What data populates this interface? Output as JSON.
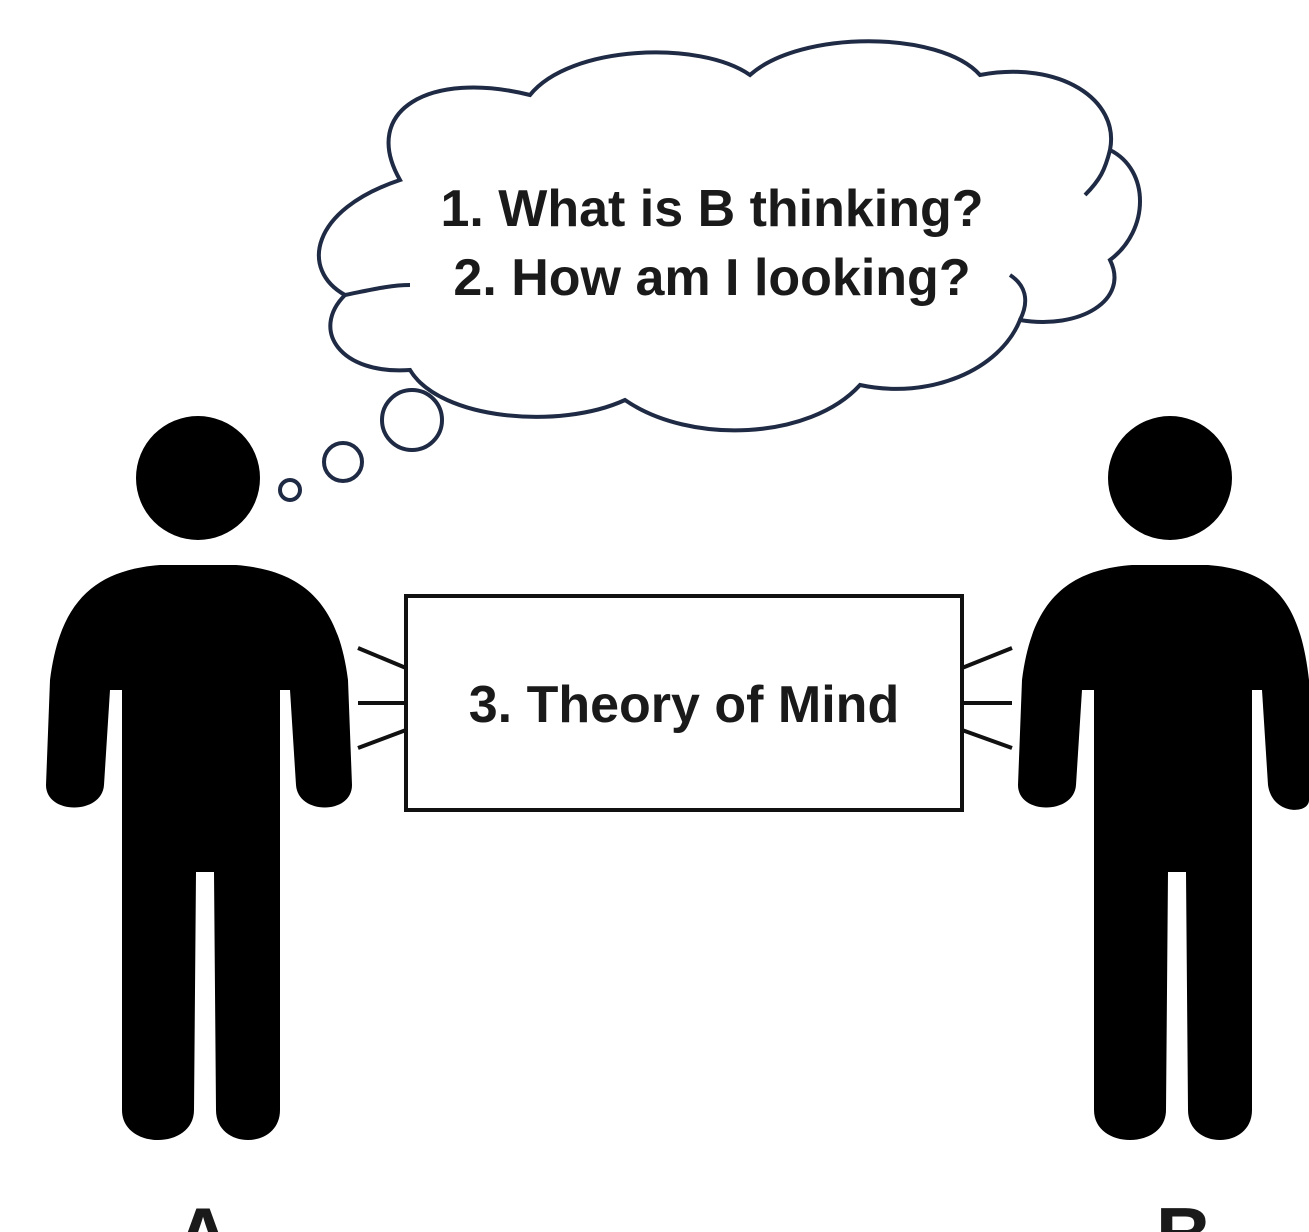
{
  "thought": {
    "line1": "1. What is B thinking?",
    "line2": "2. How am I looking?"
  },
  "box": {
    "label": "3. Theory of Mind"
  },
  "persons": {
    "a_label": "A",
    "b_label": "B"
  },
  "colors": {
    "figure": "#000000",
    "cloud_stroke": "#1f2a44",
    "text": "#1a1a1a",
    "background": "#ffffff"
  }
}
